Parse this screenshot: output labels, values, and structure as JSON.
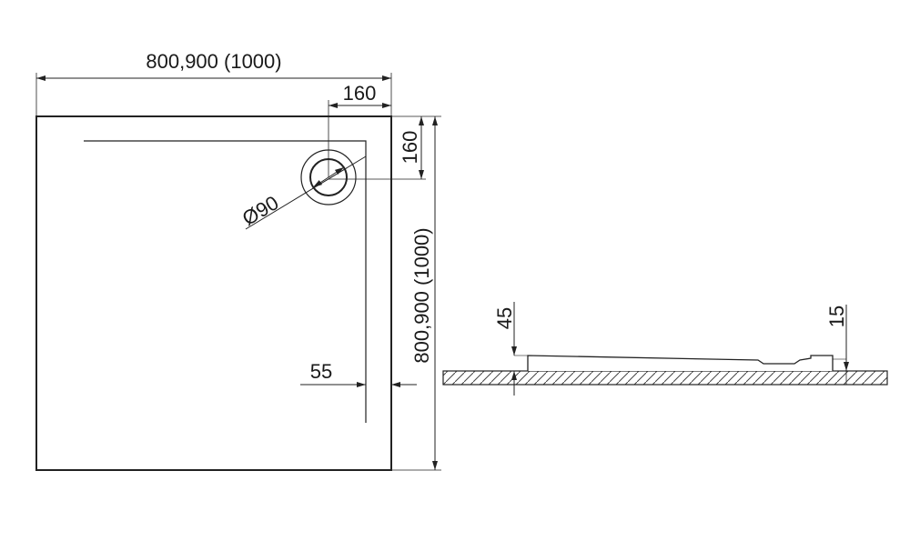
{
  "plan": {
    "width_label": "800,900 (1000)",
    "height_label": "800,900 (1000)",
    "drain_x_label": "160",
    "drain_y_label": "160",
    "drain_diameter_label": "Ø90",
    "rim_label": "55"
  },
  "section": {
    "height_label": "45",
    "foot_label": "15"
  }
}
